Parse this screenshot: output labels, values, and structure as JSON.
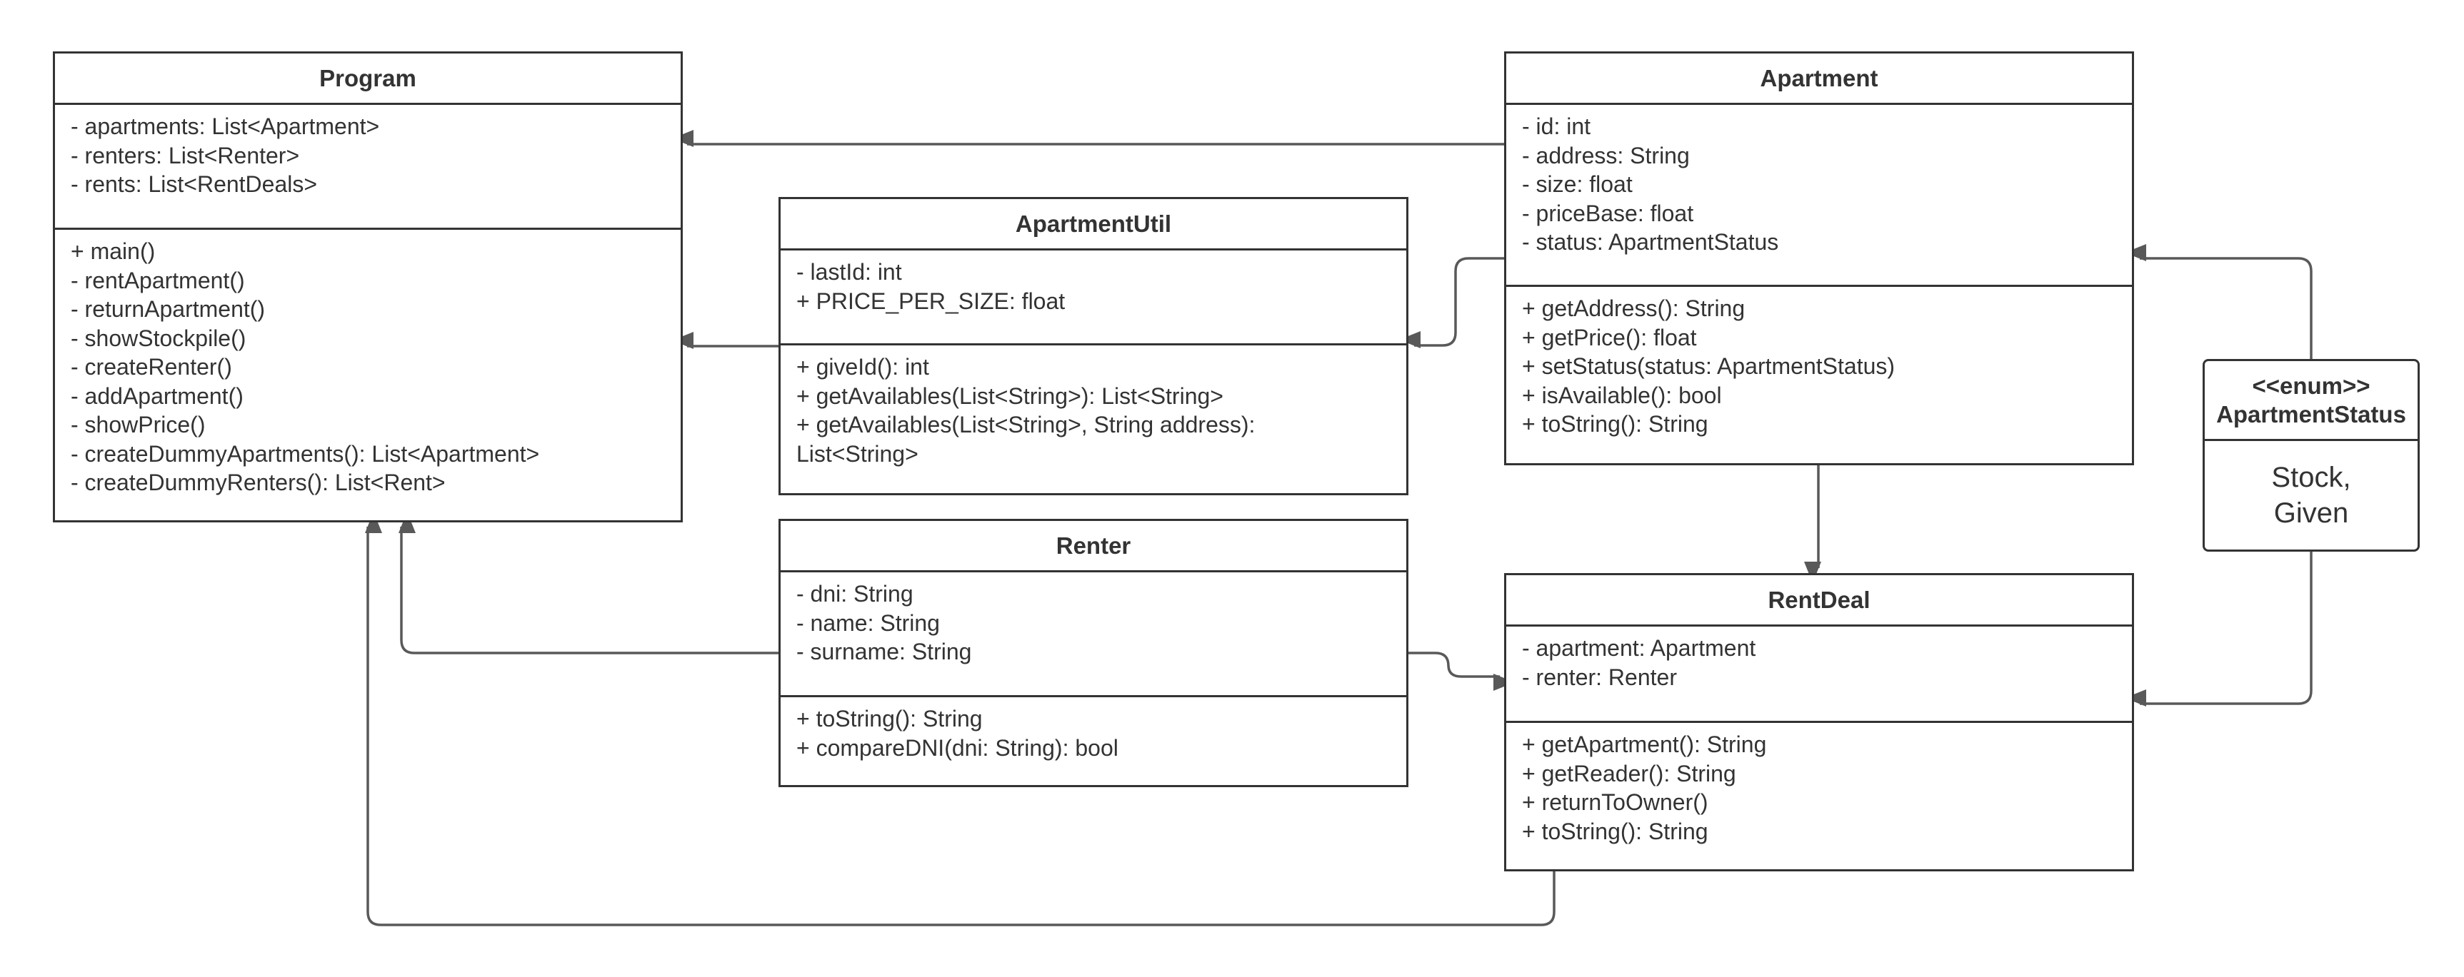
{
  "diagram": {
    "classes": {
      "program": {
        "name": "Program",
        "attributes": [
          "- apartments: List<Apartment>",
          "- renters: List<Renter>",
          "- rents: List<RentDeals>"
        ],
        "methods": [
          "+ main()",
          "- rentApartment()",
          "- returnApartment()",
          "- showStockpile()",
          "- createRenter()",
          "- addApartment()",
          "- showPrice()",
          "- createDummyApartments(): List<Apartment>",
          "- createDummyRenters(): List<Rent>"
        ]
      },
      "apartment_util": {
        "name": "ApartmentUtil",
        "attributes": [
          "- lastId: int",
          "+ PRICE_PER_SIZE: float"
        ],
        "methods": [
          "+ giveId(): int",
          "+ getAvailables(List<String>): List<String>",
          "+ getAvailables(List<String>, String address): List<String>"
        ]
      },
      "renter": {
        "name": "Renter",
        "attributes": [
          "- dni: String",
          "- name: String",
          "- surname: String"
        ],
        "methods": [
          "+ toString(): String",
          "+ compareDNI(dni: String): bool"
        ]
      },
      "apartment": {
        "name": "Apartment",
        "attributes": [
          "- id: int",
          "- address: String",
          "- size: float",
          "- priceBase: float",
          "- status: ApartmentStatus"
        ],
        "methods": [
          "+ getAddress(): String",
          "+ getPrice(): float",
          "+ setStatus(status: ApartmentStatus)",
          "+ isAvailable(): bool",
          "+ toString(): String"
        ]
      },
      "rent_deal": {
        "name": "RentDeal",
        "attributes": [
          "- apartment: Apartment",
          "- renter: Renter"
        ],
        "methods": [
          "+ getApartment(): String",
          "+ getReader(): String",
          "+ returnToOwner()",
          "+ toString(): String"
        ]
      }
    },
    "enum": {
      "stereotype": "<<enum>>",
      "name": "ApartmentStatus",
      "values": [
        "Stock,",
        "Given"
      ]
    },
    "colors": {
      "line": "#595959",
      "border": "#333333",
      "text": "#333333",
      "background": "#ffffff"
    }
  }
}
